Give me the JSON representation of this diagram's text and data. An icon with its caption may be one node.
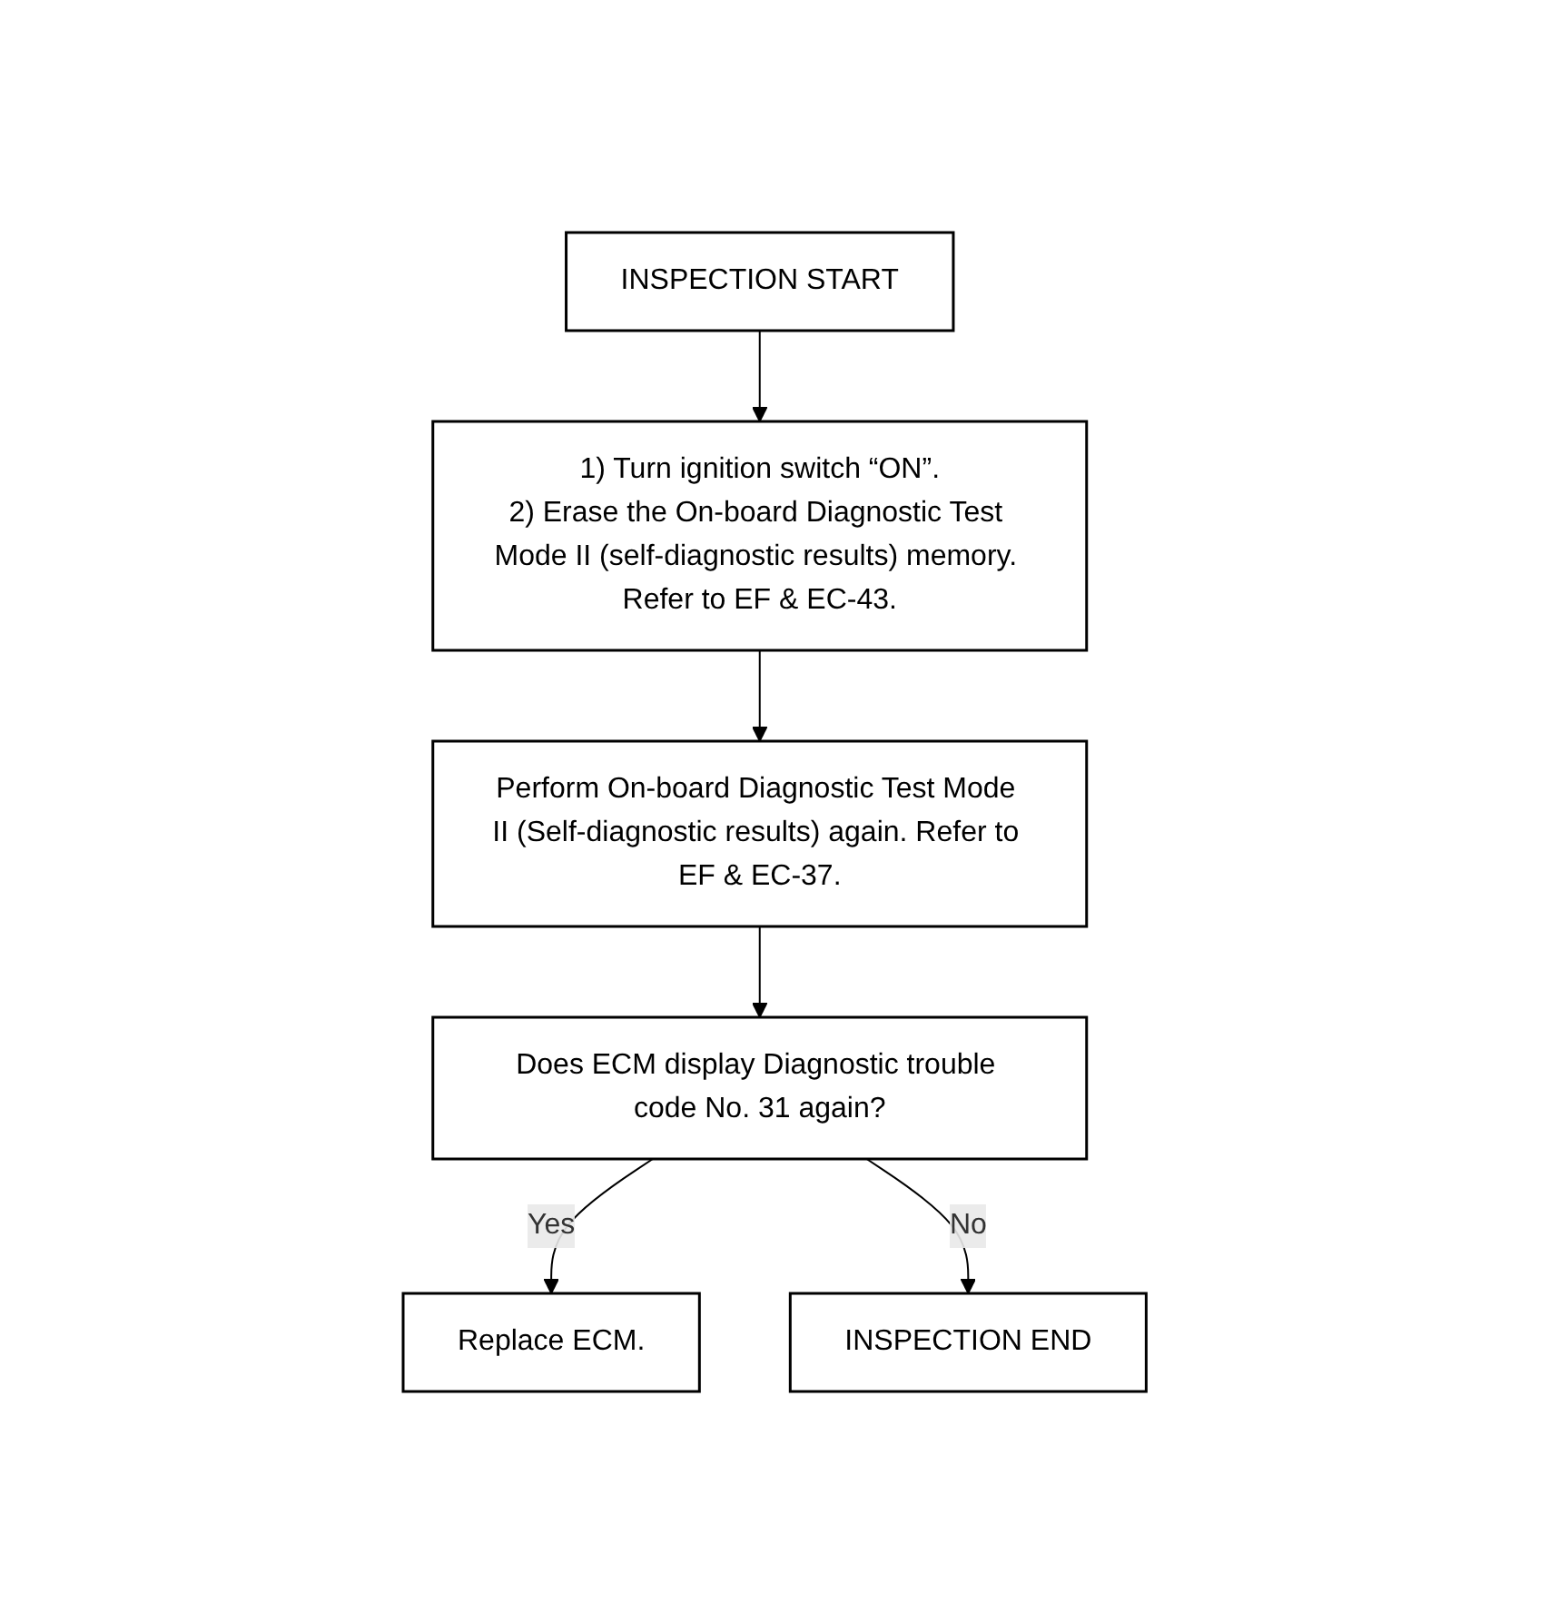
{
  "diagram": {
    "nodes": [
      {
        "text": [
          "INSPECTION START"
        ]
      },
      {
        "text": [
          "1) Turn ignition switch “ON”.",
          "2) Erase the On-board Diagnostic Test Mode II (self-diagnostic results) memory. Refer to EF & EC-43."
        ]
      },
      {
        "text": [
          "Perform On-board Diagnostic Test Mode II (Self-diagnostic results) again. Refer to EF & EC-37."
        ]
      },
      {
        "text": [
          "Does ECM display Diagnostic trouble code No. 31 again?"
        ]
      },
      {
        "text": [
          "Replace ECM."
        ]
      },
      {
        "text": [
          "INSPECTION END"
        ]
      }
    ],
    "edges": [
      {
        "from": 0,
        "to": 1,
        "arrow": "to"
      },
      {
        "from": 1,
        "to": 2,
        "arrow": "to"
      },
      {
        "from": 2,
        "to": 3,
        "arrow": "to"
      },
      {
        "from": 3,
        "to": 4,
        "arrow": "to",
        "label": "Yes"
      },
      {
        "from": 3,
        "to": 5,
        "arrow": "to",
        "label": "No"
      }
    ]
  }
}
